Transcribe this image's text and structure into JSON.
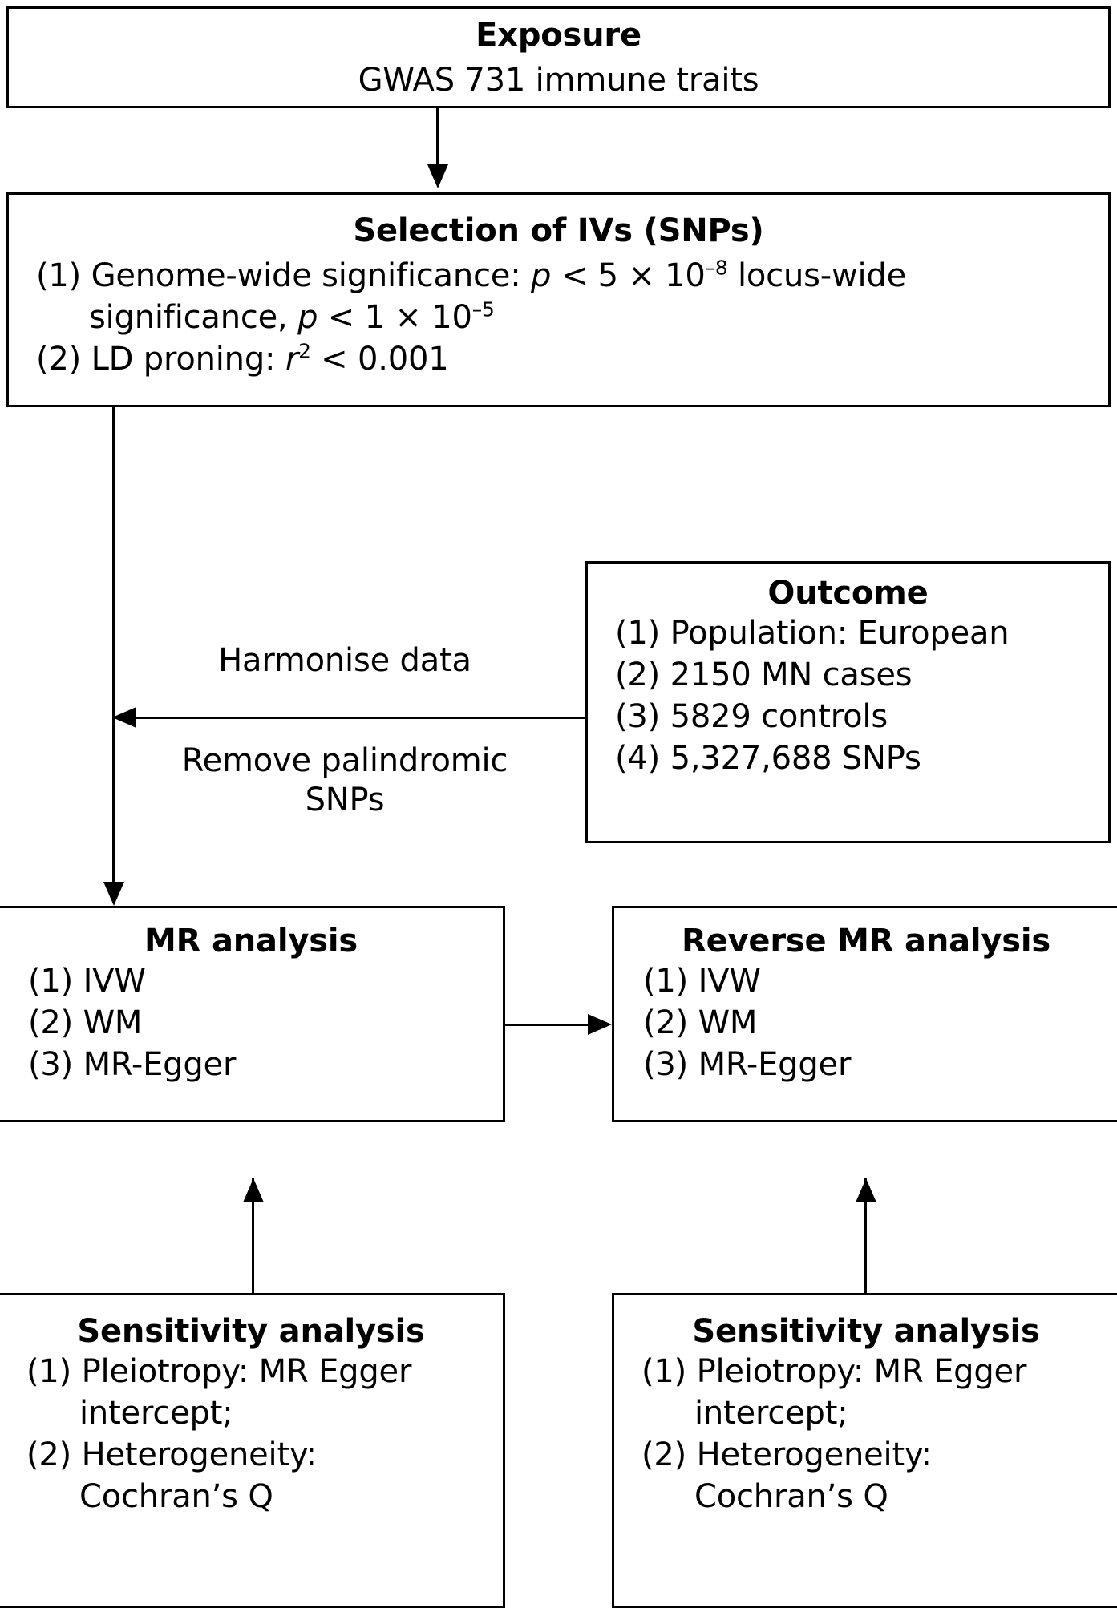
{
  "diagram": {
    "title": "Mendelian randomisation study design flowchart",
    "stroke_color": "#000000",
    "background_color": "#ffffff"
  },
  "nodes": {
    "exposure": {
      "title": "Exposure",
      "lines": [
        "GWAS 731 immune traits"
      ]
    },
    "selection": {
      "title": "Selection of IVs (SNPs)",
      "line1_a": "(1) Genome-wide significance: ",
      "line1_p": "p",
      "line1_b": " < 5 × 10",
      "line1_sup": "–8",
      "line1_c": " locus-wide",
      "line2_a": "significance, ",
      "line2_p": "p",
      "line2_b": " < 1 × 10",
      "line2_sup": "–5",
      "line3_a": "(2) LD proning: ",
      "line3_r": "r",
      "line3_sup": "2",
      "line3_b": " < 0.001"
    },
    "outcome": {
      "title": "Outcome",
      "lines": [
        "(1) Population: European",
        "(2) 2150 MN cases",
        "(3) 5829 controls",
        "(4) 5,327,688 SNPs"
      ]
    },
    "mr_analysis": {
      "title": "MR analysis",
      "lines": [
        "(1) IVW",
        "(2) WM",
        "(3) MR-Egger"
      ]
    },
    "reverse_mr_analysis": {
      "title": "Reverse MR analysis",
      "lines": [
        "(1) IVW",
        "(2) WM",
        "(3) MR-Egger"
      ]
    },
    "sensitivity_left": {
      "title": "Sensitivity analysis",
      "line1": "(1) Pleiotropy: MR Egger",
      "line2": "intercept;",
      "line3": "(2) Heterogeneity:",
      "line4": "Cochran’s Q"
    },
    "sensitivity_right": {
      "title": "Sensitivity analysis",
      "line1": "(1) Pleiotropy: MR Egger",
      "line2": "intercept;",
      "line3": "(2) Heterogeneity:",
      "line4": "Cochran’s Q"
    }
  },
  "edges": {
    "harmonise_label": "Harmonise data",
    "palindromic_label_line1": "Remove palindromic",
    "palindromic_label_line2": "SNPs"
  }
}
